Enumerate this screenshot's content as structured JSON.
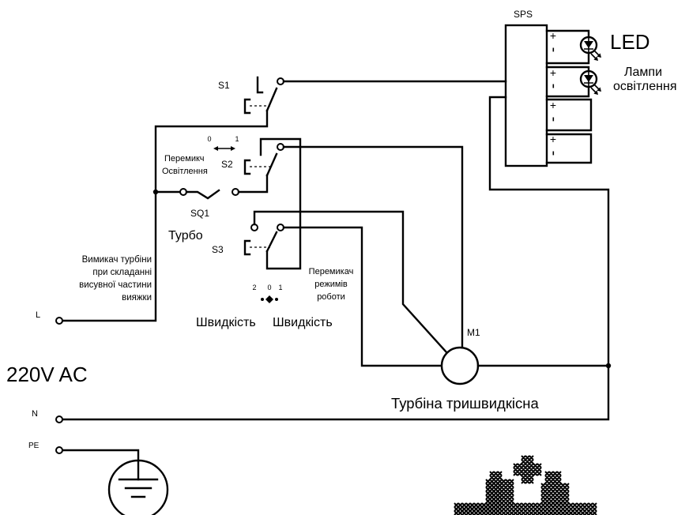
{
  "diagram": {
    "supply": {
      "voltage_label": "220V AC",
      "terminal_l": "L",
      "terminal_n": "N",
      "terminal_pe": "PE"
    },
    "power_supply": {
      "label": "SPS",
      "plus": "+",
      "minus": "-"
    },
    "led": {
      "title": "LED",
      "caption_line1": "Лампи",
      "caption_line2": "освітлення"
    },
    "switch_s1": {
      "label": "S1"
    },
    "switch_s2": {
      "label": "S2",
      "position_0": "0",
      "position_1": "1",
      "caption_lines": [
        "Перемикч",
        "Освітлення"
      ]
    },
    "switch_sq1": {
      "label": "SQ1",
      "caption": "Турбо",
      "note_lines": [
        "Вимикач турбіни",
        "при складанні",
        "висувної частини",
        "вияжки"
      ]
    },
    "switch_s3": {
      "label": "S3",
      "position_2": "2",
      "position_0": "0",
      "position_1": "1",
      "caption_lines": [
        "Перемикач",
        "режимів",
        "роботи"
      ],
      "speed_labels": [
        "Швидкість",
        "Швидкість"
      ]
    },
    "motor": {
      "label": "M1",
      "caption": "Турбіна тришвидкісна"
    }
  },
  "colors": {
    "line": "#000000",
    "background": "#ffffff"
  }
}
